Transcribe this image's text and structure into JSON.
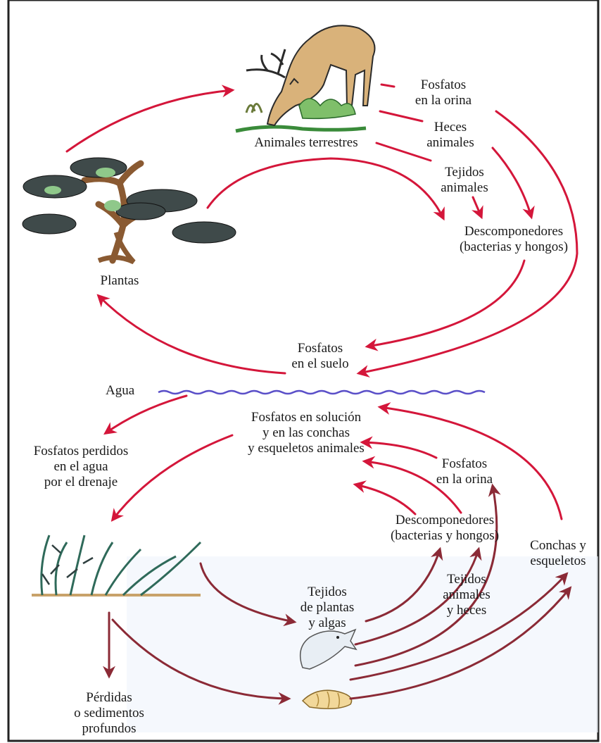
{
  "labels": {
    "animales_terrestres": "Animales terrestres",
    "plantas": "Plantas",
    "fosfatos_orina_top": "Fosfatos\nen la orina",
    "heces_animales": "Heces\nanimales",
    "tejidos_animales_top": "Tejidos\nanimales",
    "descomponedores_top": "Descomponedores\n(bacterias y hongos)",
    "fosfatos_suelo": "Fosfatos\nen el suelo",
    "agua": "Agua",
    "fosfatos_solucion": "Fosfatos en solución\ny en las conchas\ny esqueletos animales",
    "fosfatos_perdidos": "Fosfatos perdidos\nen el agua\npor el drenaje",
    "fosfatos_orina_bottom": "Fosfatos\nen la orina",
    "descomponedores_bottom": "Descomponedores\n(bacterias y hongos)",
    "conchas_esqueletos": "Conchas y\nesqueletos",
    "tejidos_plantas_algas": "Tejidos\nde plantas\ny algas",
    "tejidos_animales_heces": "Tejidos\nanimales\ny heces",
    "perdidas_sedimentos": "Pérdidas\no sedimentos\nprofundos"
  },
  "colors": {
    "arrow_land": "#d4163a",
    "arrow_water": "#8b2a36",
    "water_line": "#5a4fc8",
    "text": "#1a1a1a"
  },
  "icons": {
    "deer": "deer-icon",
    "tree": "tree-icon",
    "seaweed": "seaweed-icon",
    "fish": "fish-icon",
    "shell": "shell-icon"
  }
}
